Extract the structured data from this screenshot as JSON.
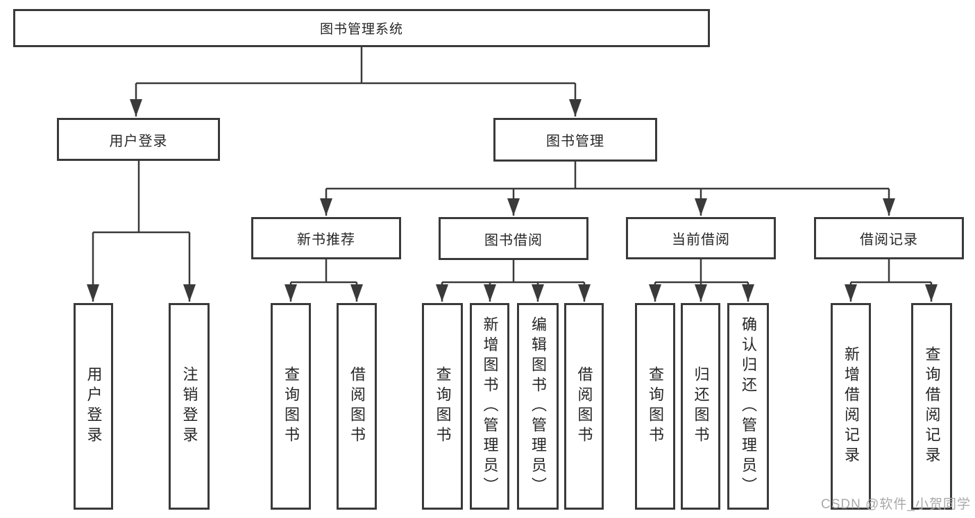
{
  "diagram_title": "图书管理系统",
  "tree": {
    "root": "图书管理系统",
    "level2": [
      {
        "label": "用户登录"
      },
      {
        "label": "图书管理"
      }
    ],
    "level3": [
      {
        "label": "新书推荐",
        "parent": "图书管理"
      },
      {
        "label": "图书借阅",
        "parent": "图书管理"
      },
      {
        "label": "当前借阅",
        "parent": "图书管理"
      },
      {
        "label": "借阅记录",
        "parent": "图书管理"
      }
    ],
    "leaves": [
      {
        "label": "用户登录",
        "parent": "用户登录"
      },
      {
        "label": "注销登录",
        "parent": "用户登录"
      },
      {
        "label": "查询图书",
        "parent": "新书推荐"
      },
      {
        "label": "借阅图书",
        "parent": "新书推荐"
      },
      {
        "label": "查询图书",
        "parent": "图书借阅"
      },
      {
        "label": "新增图书（管理员）",
        "parent": "图书借阅"
      },
      {
        "label": "编辑图书（管理员）",
        "parent": "图书借阅"
      },
      {
        "label": "借阅图书",
        "parent": "图书借阅"
      },
      {
        "label": "查询图书",
        "parent": "当前借阅"
      },
      {
        "label": "归还图书",
        "parent": "当前借阅"
      },
      {
        "label": "确认归还（管理员）",
        "parent": "当前借阅"
      },
      {
        "label": "新增借阅记录",
        "parent": "借阅记录"
      },
      {
        "label": "查询借阅记录",
        "parent": "借阅记录"
      }
    ]
  },
  "watermark": "CSDN @软件_小贺同学",
  "colors": {
    "line": "#3a3a3a",
    "box_border": "#3a3a3a",
    "text": "#262626",
    "watermark": "#a9a9a9",
    "background": "#ffffff"
  }
}
